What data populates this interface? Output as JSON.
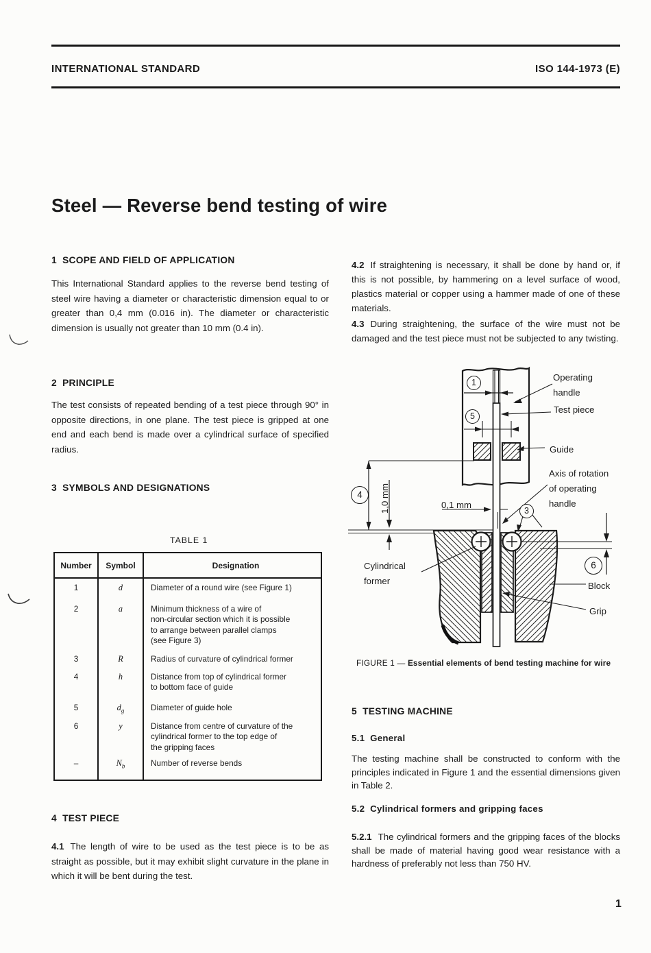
{
  "header": {
    "left": "INTERNATIONAL STANDARD",
    "right": "ISO 144-1973 (E)"
  },
  "title": "Steel — Reverse bend testing of wire",
  "sections": {
    "s1_heading": "1  SCOPE AND FIELD OF APPLICATION",
    "s1_para": "This International Standard applies to the reverse bend testing of steel wire having a diameter or characteristic dimension equal to or greater than 0,4 mm (0.016 in). The diameter or characteristic dimension is usually not greater than 10 mm (0.4 in).",
    "s2_heading": "2  PRINCIPLE",
    "s2_para": "The test consists of repeated bending of a test piece through 90° in opposite directions, in one plane. The test piece is gripped at one end and each bend is made over a cylindrical surface of specified radius.",
    "s3_heading": "3  SYMBOLS AND DESIGNATIONS",
    "s4_heading": "4  TEST PIECE",
    "s4_1_num": "4.1",
    "s4_1_text": "The length of wire to be used as the test piece is to be as straight as possible, but it may exhibit slight curvature in the plane in which it will be bent during the test.",
    "s4_2_num": "4.2",
    "s4_2_text": "If straightening is necessary, it shall be done by hand or, if this is not possible, by hammering on a level surface of wood, plastics material or copper using a hammer made of one of these materials.",
    "s4_3_num": "4.3",
    "s4_3_text": "During straightening, the surface of the wire must not be damaged and the test piece must not be subjected to any twisting.",
    "s5_heading": "5  TESTING MACHINE",
    "s5_1_heading": "5.1  General",
    "s5_1_para": "The testing machine shall be constructed to conform with the principles indicated in Figure 1 and the essential dimensions given in Table 2.",
    "s5_2_heading": "5.2  Cylindrical formers and gripping faces",
    "s5_2_1_num": "5.2.1",
    "s5_2_1_text": "The cylindrical formers and the gripping faces of the blocks shall be made of material having good wear resistance with a hardness of preferably not less than 750 HV."
  },
  "table1": {
    "caption": "TABLE 1",
    "headers": [
      "Number",
      "Symbol",
      "Designation"
    ],
    "rows": [
      {
        "number": "1",
        "symbol": "d",
        "sub": "",
        "designation": "Diameter of a round wire (see Figure 1)"
      },
      {
        "number": "2",
        "symbol": "a",
        "sub": "",
        "designation": "Minimum thickness of a wire of\nnon-circular section which it is possible\nto arrange between parallel clamps\n(see Figure 3)"
      },
      {
        "number": "3",
        "symbol": "R",
        "sub": "",
        "designation": "Radius of curvature of cylindrical former"
      },
      {
        "number": "4",
        "symbol": "h",
        "sub": "",
        "designation": "Distance from top of cylindrical former\nto bottom face of guide"
      },
      {
        "number": "5",
        "symbol": "d",
        "sub": "g",
        "designation": "Diameter of guide hole"
      },
      {
        "number": "6",
        "symbol": "y",
        "sub": "",
        "designation": "Distance from centre of curvature of the\ncylindrical former to the top edge of\nthe gripping faces"
      },
      {
        "number": "–",
        "symbol": "N",
        "sub": "b",
        "designation": "Number of reverse bends"
      }
    ]
  },
  "figure": {
    "caption_prefix": "FIGURE 1 — ",
    "caption_bold": "Essential elements of bend testing machine for wire",
    "labels": {
      "operating_handle": "Operating\nhandle",
      "test_piece": "Test piece",
      "guide": "Guide",
      "axis": "Axis of rotation\nof operating\nhandle",
      "cyl_former": "Cylindrical\nformer",
      "block": "Block",
      "grip": "Grip",
      "dim_01": "0,1 mm",
      "dim_10": "1,0 mm"
    },
    "callouts": {
      "c1": "1",
      "c5": "5",
      "c4": "4",
      "c3": "3",
      "c6": "6"
    }
  },
  "page_number": "1"
}
